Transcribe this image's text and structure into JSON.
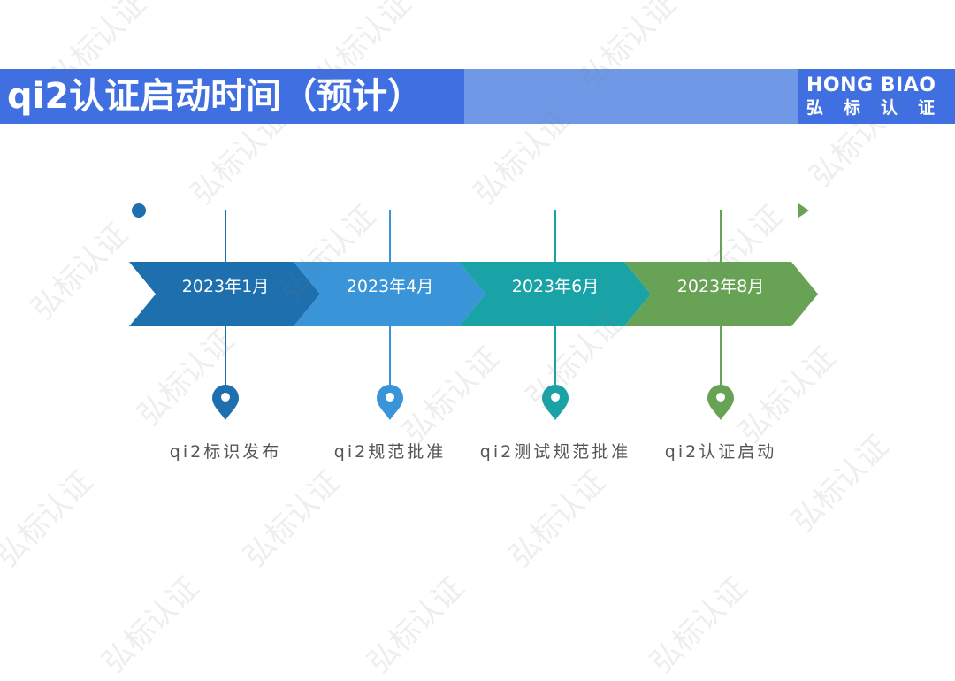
{
  "header": {
    "title": "qi2认证启动时间（预计）",
    "logo_en": "HONG BIAO",
    "logo_cn": "弘标认证"
  },
  "timeline": {
    "line_start_color": "#1f6fae",
    "line_end_color": "#6aa254",
    "milestones": [
      {
        "date": "2023年1月",
        "label": "qi2标识发布",
        "color": "#1e6fae"
      },
      {
        "date": "2023年4月",
        "label": "qi2规范批准",
        "color": "#3a94d8"
      },
      {
        "date": "2023年6月",
        "label": "qi2测试规范批准",
        "color": "#1aa3a7"
      },
      {
        "date": "2023年8月",
        "label": "qi2认证启动",
        "color": "#68a355"
      }
    ]
  },
  "watermark": {
    "text": "弘标认证"
  }
}
